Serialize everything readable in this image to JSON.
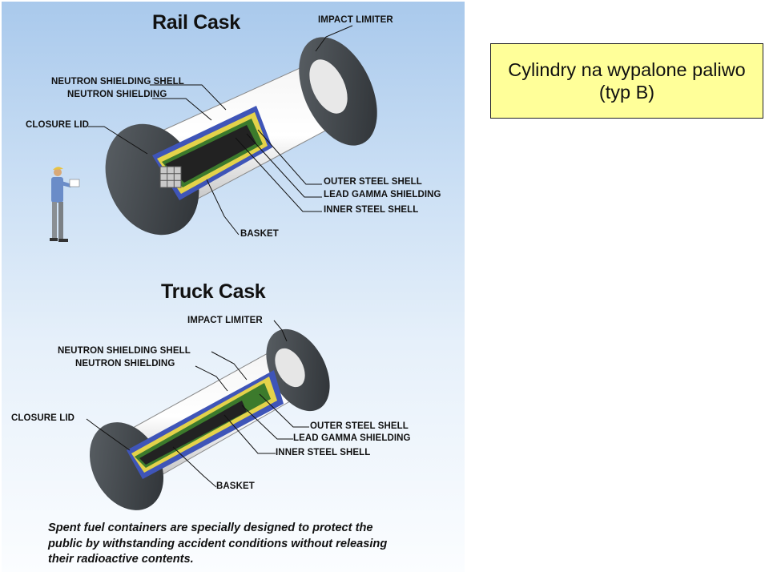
{
  "note": {
    "line1": "Cylindry na wypalone paliwo",
    "line2": "(typ B)"
  },
  "rail": {
    "title": "Rail Cask",
    "labels": {
      "impact_limiter": "IMPACT LIMITER",
      "neutron_shielding_shell": "NEUTRON SHIELDING SHELL",
      "neutron_shielding": "NEUTRON SHIELDING",
      "closure_lid": "CLOSURE LID",
      "outer_steel_shell": "OUTER STEEL SHELL",
      "lead_gamma_shielding": "LEAD GAMMA SHIELDING",
      "inner_steel_shell": "INNER STEEL SHELL",
      "basket": "BASKET"
    }
  },
  "truck": {
    "title": "Truck Cask",
    "labels": {
      "impact_limiter": "IMPACT LIMITER",
      "neutron_shielding_shell": "NEUTRON SHIELDING SHELL",
      "neutron_shielding": "NEUTRON SHIELDING",
      "closure_lid": "CLOSURE LID",
      "outer_steel_shell": "OUTER STEEL SHELL",
      "lead_gamma_shielding": "LEAD GAMMA SHIELDING",
      "inner_steel_shell": "INNER STEEL SHELL",
      "basket": "BASKET"
    }
  },
  "caption": "Spent fuel containers are specially designed to protect the public by withstanding accident conditions without releasing their radioactive contents.",
  "colors": {
    "note_background": "#ffff99",
    "limiter": "#3e4347",
    "neutron_shell": "#3f55b8",
    "lead_gamma": "#e4d24a",
    "neutron_shielding": "#3c7a2c",
    "basket": "#222222"
  }
}
